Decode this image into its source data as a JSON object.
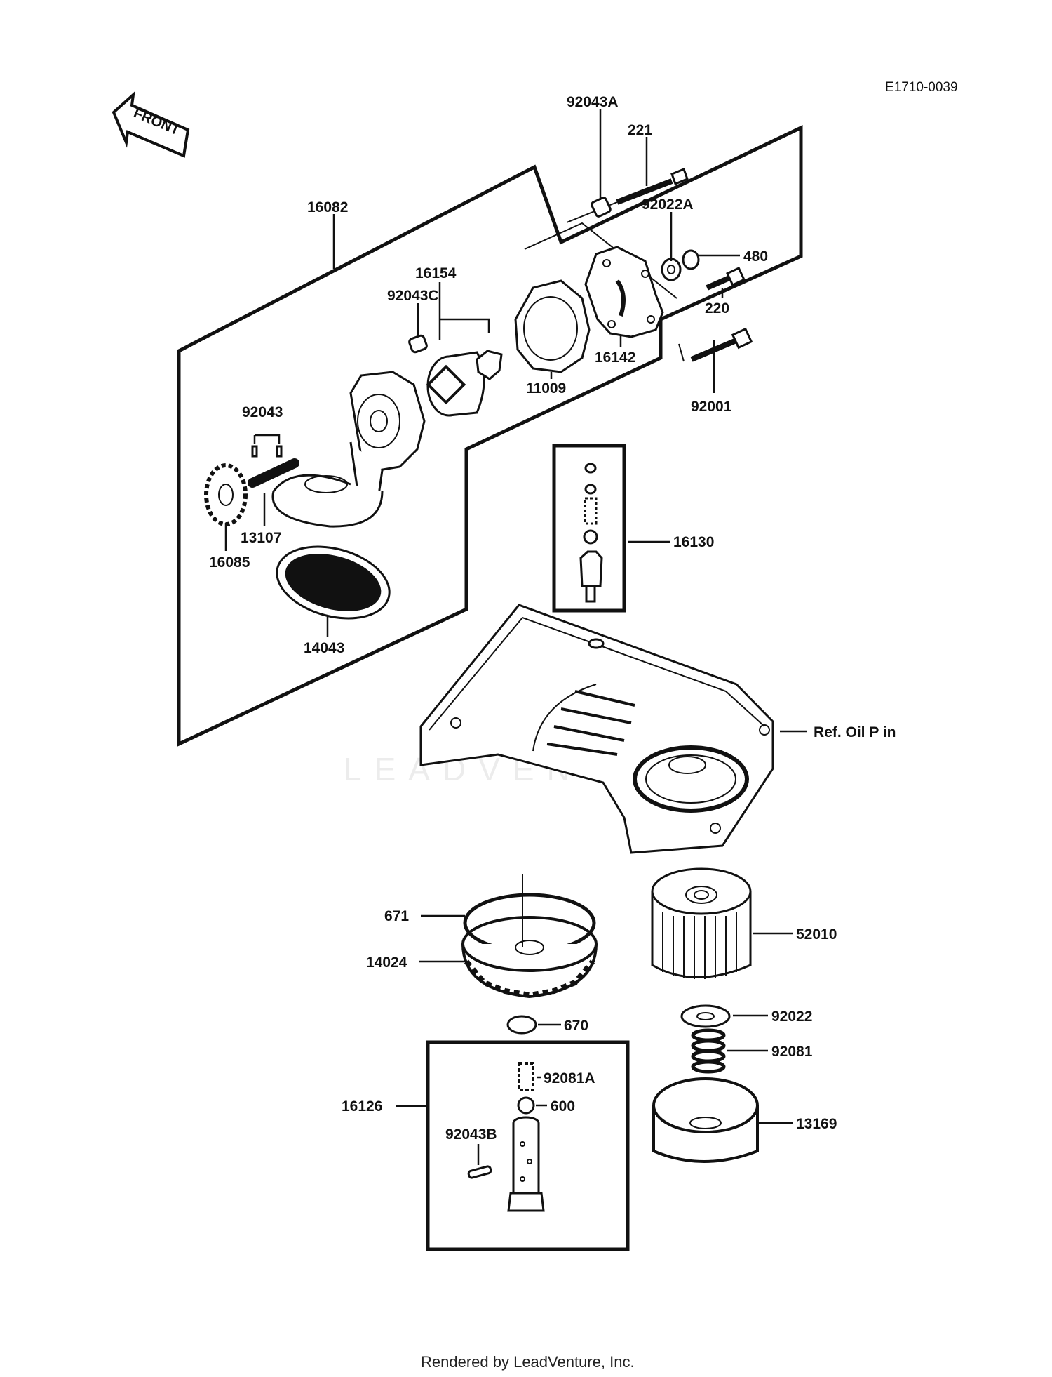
{
  "diagram_id": "E1710-0039",
  "front_label": "FRONT",
  "watermark": "LEADVENTURE",
  "footer": "Rendered by LeadVenture, Inc.",
  "ref_label": "Ref. Oil P in",
  "parts": {
    "p92043A": "92043A",
    "p221": "221",
    "p16082": "16082",
    "p92022A": "92022A",
    "p480": "480",
    "p16154": "16154",
    "p92043C": "92043C",
    "p220": "220",
    "p16142": "16142",
    "p11009": "11009",
    "p92001": "92001",
    "p92043": "92043",
    "p13107": "13107",
    "p16085": "16085",
    "p16130": "16130",
    "p14043": "14043",
    "p671": "671",
    "p52010": "52010",
    "p14024": "14024",
    "p670": "670",
    "p92022": "92022",
    "p92081": "92081",
    "p92081A": "92081A",
    "p16126": "16126",
    "p600": "600",
    "p92043B": "92043B",
    "p13169": "13169"
  }
}
